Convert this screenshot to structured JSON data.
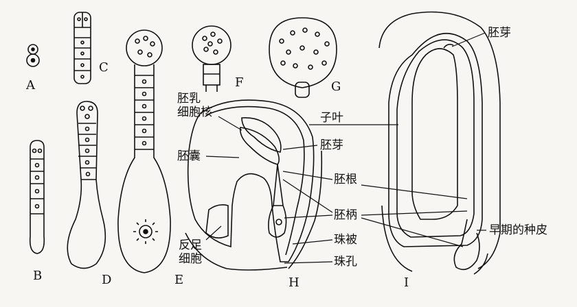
{
  "figure": {
    "stage_letters": [
      "A",
      "B",
      "C",
      "D",
      "E",
      "F",
      "G",
      "H",
      "I"
    ],
    "labels": {
      "endosperm_nucleus": "胚乳\n细胞核",
      "embryo_sac": "胚囊",
      "antipodal_cells": "反足\n细胞",
      "cotyledon": "子叶",
      "plumule_h": "胚芽",
      "radicle": "胚根",
      "suspensor": "胚柄",
      "integument": "珠被",
      "micropyle": "珠孔",
      "plumule_i": "胚芽",
      "early_seed_coat": "早期的种皮"
    }
  }
}
